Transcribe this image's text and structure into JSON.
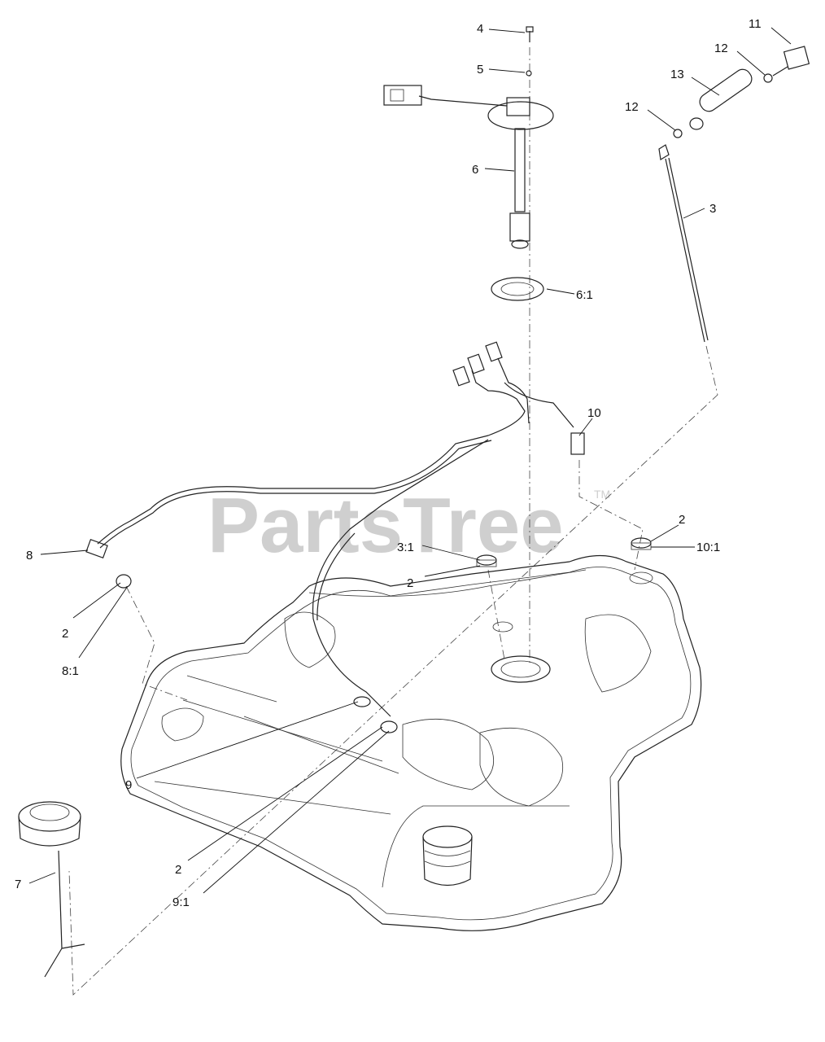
{
  "watermark": {
    "text": "PartsTree",
    "trademark": "TM"
  },
  "callouts": {
    "c4": "4",
    "c5": "5",
    "c6": "6",
    "c6_1": "6:1",
    "c11": "11",
    "c12a": "12",
    "c12b": "12",
    "c13": "13",
    "c3": "3",
    "c10": "10",
    "c2a": "2",
    "c10_1": "10:1",
    "c3_1": "3:1",
    "c2b": "2",
    "c8": "8",
    "c2c": "2",
    "c8_1": "8:1",
    "c9": "9",
    "c2d": "2",
    "c9_1": "9:1",
    "c7": "7"
  },
  "colors": {
    "line": "#222222",
    "watermark": "#cfcfcf"
  }
}
